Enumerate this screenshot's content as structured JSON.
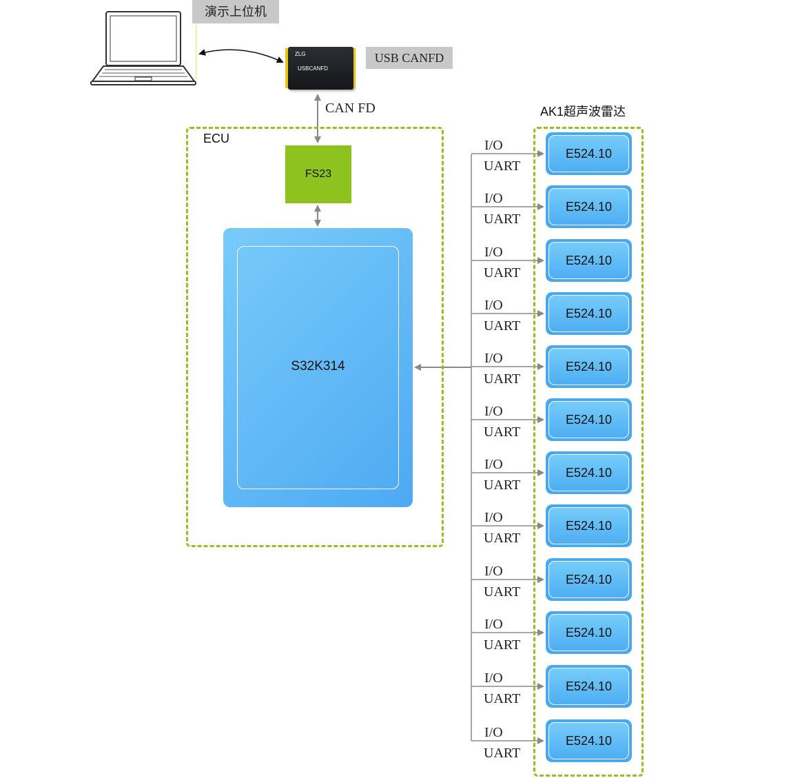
{
  "host": {
    "label": "演示上位机"
  },
  "usb_device": {
    "label": "USB CANFD",
    "brand": "ZLG",
    "model": "USBCANFD"
  },
  "links": {
    "can_fd": "CAN FD"
  },
  "ecu": {
    "title": "ECU",
    "power_chip": "FS23",
    "mcu": "S32K314"
  },
  "radar_group": {
    "title": "AK1超声波雷达",
    "sensors": [
      {
        "name": "E524.10",
        "io": "I/O",
        "bus": "UART"
      },
      {
        "name": "E524.10",
        "io": "I/O",
        "bus": "UART"
      },
      {
        "name": "E524.10",
        "io": "I/O",
        "bus": "UART"
      },
      {
        "name": "E524.10",
        "io": "I/O",
        "bus": "UART"
      },
      {
        "name": "E524.10",
        "io": "I/O",
        "bus": "UART"
      },
      {
        "name": "E524.10",
        "io": "I/O",
        "bus": "UART"
      },
      {
        "name": "E524.10",
        "io": "I/O",
        "bus": "UART"
      },
      {
        "name": "E524.10",
        "io": "I/O",
        "bus": "UART"
      },
      {
        "name": "E524.10",
        "io": "I/O",
        "bus": "UART"
      },
      {
        "name": "E524.10",
        "io": "I/O",
        "bus": "UART"
      },
      {
        "name": "E524.10",
        "io": "I/O",
        "bus": "UART"
      },
      {
        "name": "E524.10",
        "io": "I/O",
        "bus": "UART"
      }
    ]
  },
  "colors": {
    "group_border": "#8fc31f",
    "power_chip": "#8dc21f",
    "sensor_fill": "#49a9f0",
    "mcu_fill": "#5fb8f5",
    "connector": "#888888"
  }
}
